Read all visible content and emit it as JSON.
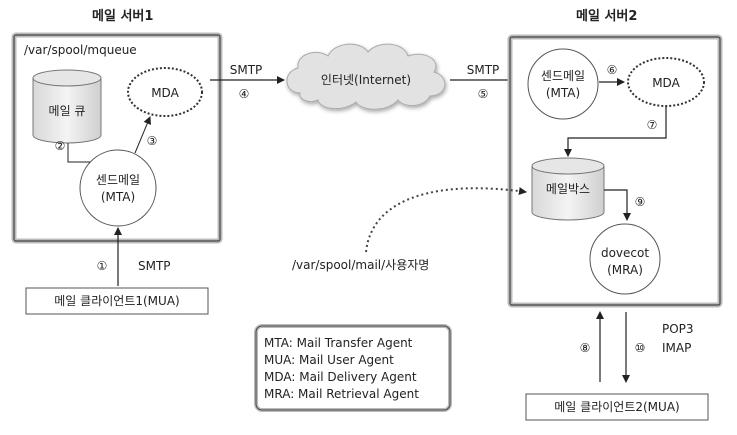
{
  "server1": {
    "title": "메일 서버1",
    "path": "/var/spool/mqueue"
  },
  "server2": {
    "title": "메일 서버2"
  },
  "nodes": {
    "mail_queue": "메일 큐",
    "mda1": "MDA",
    "sendmail1_line1": "센드메일",
    "sendmail1_line2": "(MTA)",
    "internet": "인터넷(Internet)",
    "sendmail2_line1": "센드메일",
    "sendmail2_line2": "(MTA)",
    "mda2": "MDA",
    "mailbox": "메일박스",
    "dovecot_line1": "dovecot",
    "dovecot_line2": "(MRA)",
    "client1": "메일 클라이언트1(MUA)",
    "client2": "메일 클라이언트2(MUA)"
  },
  "labels": {
    "smtp_a": "SMTP",
    "smtp_b": "SMTP",
    "smtp_c": "SMTP",
    "pop3": "POP3",
    "imap": "IMAP",
    "mailbox_path": "/var/spool/mail/사용자명"
  },
  "steps": {
    "s1": "①",
    "s2": "②",
    "s3": "③",
    "s4": "④",
    "s5": "⑤",
    "s6": "⑥",
    "s7": "⑦",
    "s8": "⑧",
    "s9": "⑨",
    "s10": "⑩"
  },
  "legend": [
    "MTA: Mail Transfer Agent",
    "MUA: Mail User Agent",
    "MDA: Mail Delivery Agent",
    "MRA: Mail Retrieval Agent"
  ]
}
